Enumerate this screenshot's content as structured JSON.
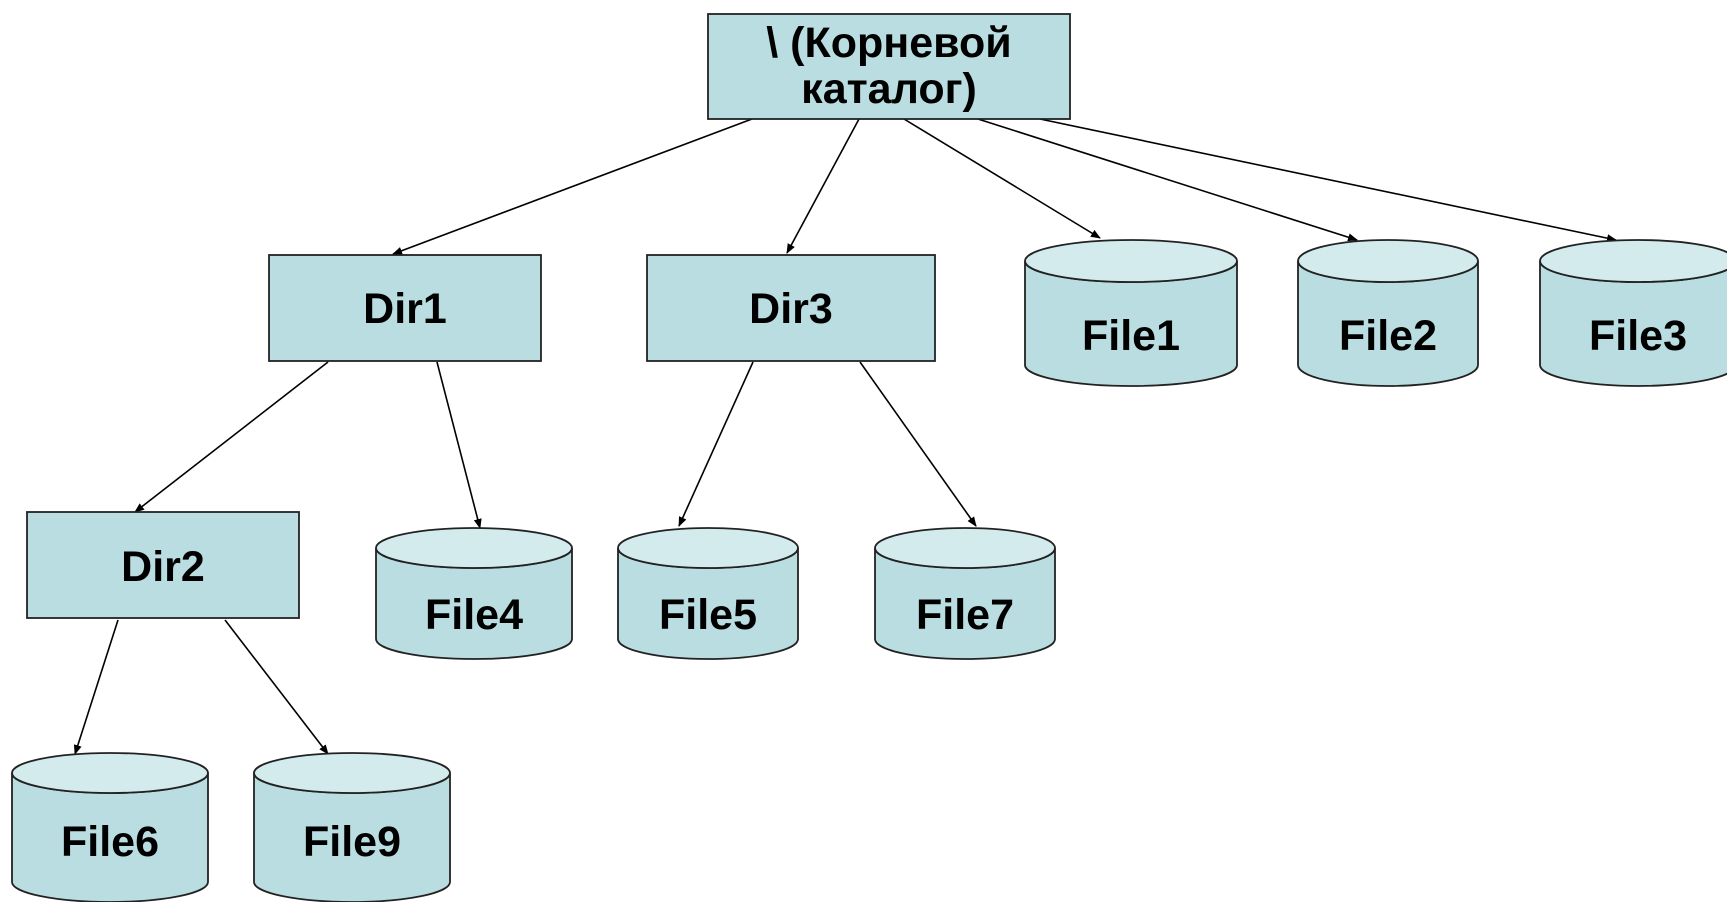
{
  "colors": {
    "directory_fill": "#b9dde0",
    "file_fill": "#b9dde0",
    "file_top_fill": "#d3ebed",
    "outline": "#222222",
    "edge": "#000000",
    "background": "#ffffff"
  },
  "root": {
    "label_line1": "\\ (Корневой",
    "label_line2": "каталог)"
  },
  "directories": {
    "dir1": "Dir1",
    "dir2": "Dir2",
    "dir3": "Dir3"
  },
  "files": {
    "file1": "File1",
    "file2": "File2",
    "file3": "File3",
    "file4": "File4",
    "file5": "File5",
    "file6": "File6",
    "file7": "File7",
    "file9": "File9"
  },
  "edges": [
    {
      "from": "root",
      "to": "dir1"
    },
    {
      "from": "root",
      "to": "dir3"
    },
    {
      "from": "root",
      "to": "file1"
    },
    {
      "from": "root",
      "to": "file2"
    },
    {
      "from": "root",
      "to": "file3"
    },
    {
      "from": "dir1",
      "to": "dir2"
    },
    {
      "from": "dir1",
      "to": "file4"
    },
    {
      "from": "dir3",
      "to": "file5"
    },
    {
      "from": "dir3",
      "to": "file7"
    },
    {
      "from": "dir2",
      "to": "file6"
    },
    {
      "from": "dir2",
      "to": "file9"
    }
  ]
}
